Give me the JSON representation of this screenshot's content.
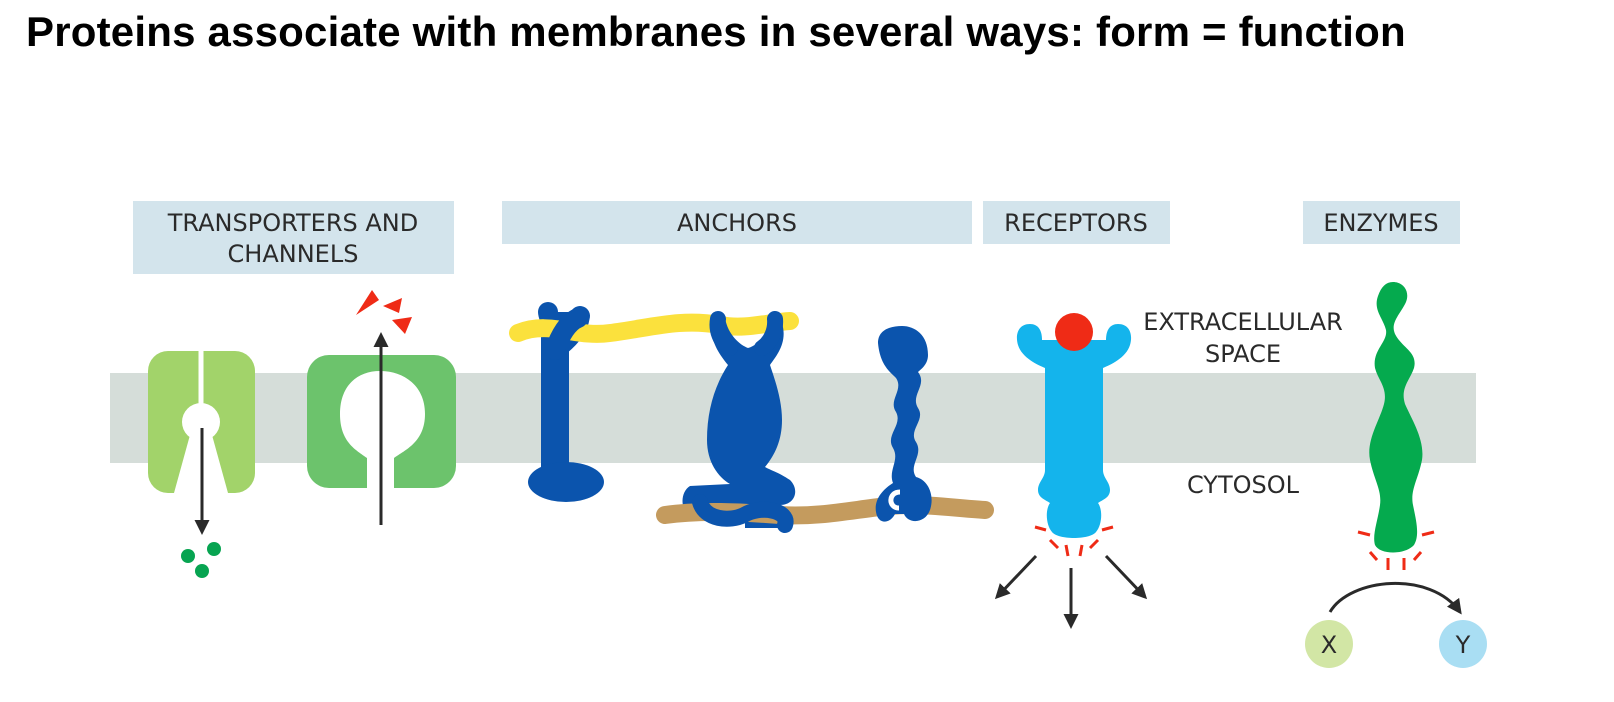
{
  "title": "Proteins associate with membranes in several ways: form = function",
  "categories": [
    {
      "key": "transporters",
      "lines": [
        "TRANSPORTERS AND",
        "CHANNELS"
      ]
    },
    {
      "key": "anchors",
      "lines": [
        "ANCHORS"
      ]
    },
    {
      "key": "receptors",
      "lines": [
        "RECEPTORS"
      ]
    },
    {
      "key": "enzymes",
      "lines": [
        "ENZYMES"
      ]
    }
  ],
  "regions": {
    "extracellular": [
      "EXTRACELLULAR",
      "SPACE"
    ],
    "cytosol": "CYTOSOL"
  },
  "reaction": {
    "substrate": "X",
    "product": "Y"
  },
  "colors": {
    "header_box": "#d3e4ec",
    "membrane": "#d5ddd9",
    "channel_light": "#a2d36a",
    "channel_green": "#6cc36c",
    "anchor_blue": "#0b54ad",
    "yellow_fiber": "#fbe13d",
    "tan_fiber": "#c49b5e",
    "receptor_blue": "#14b4ec",
    "ligand_red": "#ef2b16",
    "enzyme_green": "#05aa4e",
    "dot_green": "#07a451",
    "substrate_x": "#d2e6a5",
    "product_y": "#a9def3"
  }
}
